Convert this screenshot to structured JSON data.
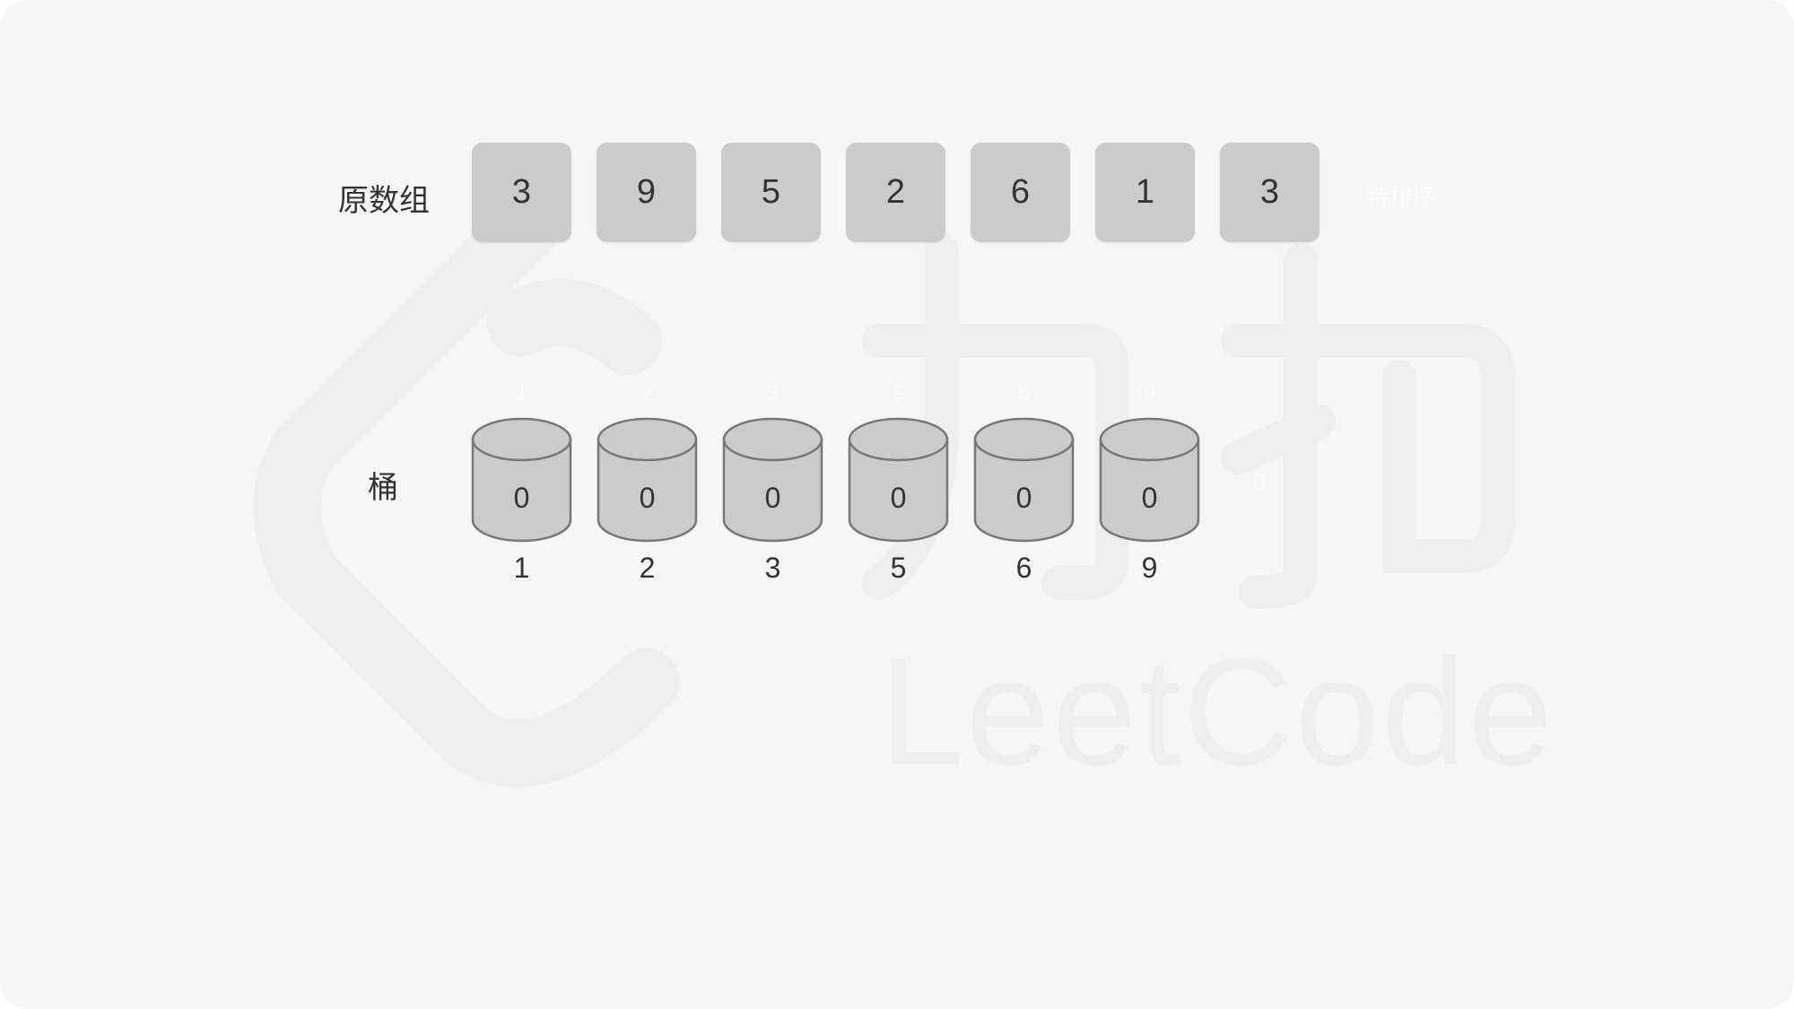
{
  "original_array": {
    "label": "原数组",
    "values": [
      "3",
      "9",
      "5",
      "2",
      "6",
      "1",
      "3"
    ],
    "trailing_hint": "待排序"
  },
  "buckets": {
    "label": "桶",
    "items": [
      {
        "hint": "1",
        "count": "0",
        "key": "1"
      },
      {
        "hint": "2",
        "count": "0",
        "key": "2"
      },
      {
        "hint": "3",
        "count": "0",
        "key": "3"
      },
      {
        "hint": "5",
        "count": "0",
        "key": "5"
      },
      {
        "hint": "6",
        "count": "0",
        "key": "6"
      },
      {
        "hint": "9",
        "count": "0",
        "key": "9"
      }
    ],
    "trailing_hint": "0"
  },
  "watermark": {
    "brand": "力扣",
    "wordmark": "LeetCode"
  },
  "colors": {
    "background": "#f6f6f6",
    "cell": "#cbcbcb",
    "text": "#333333",
    "bucket_stroke": "#777777"
  }
}
